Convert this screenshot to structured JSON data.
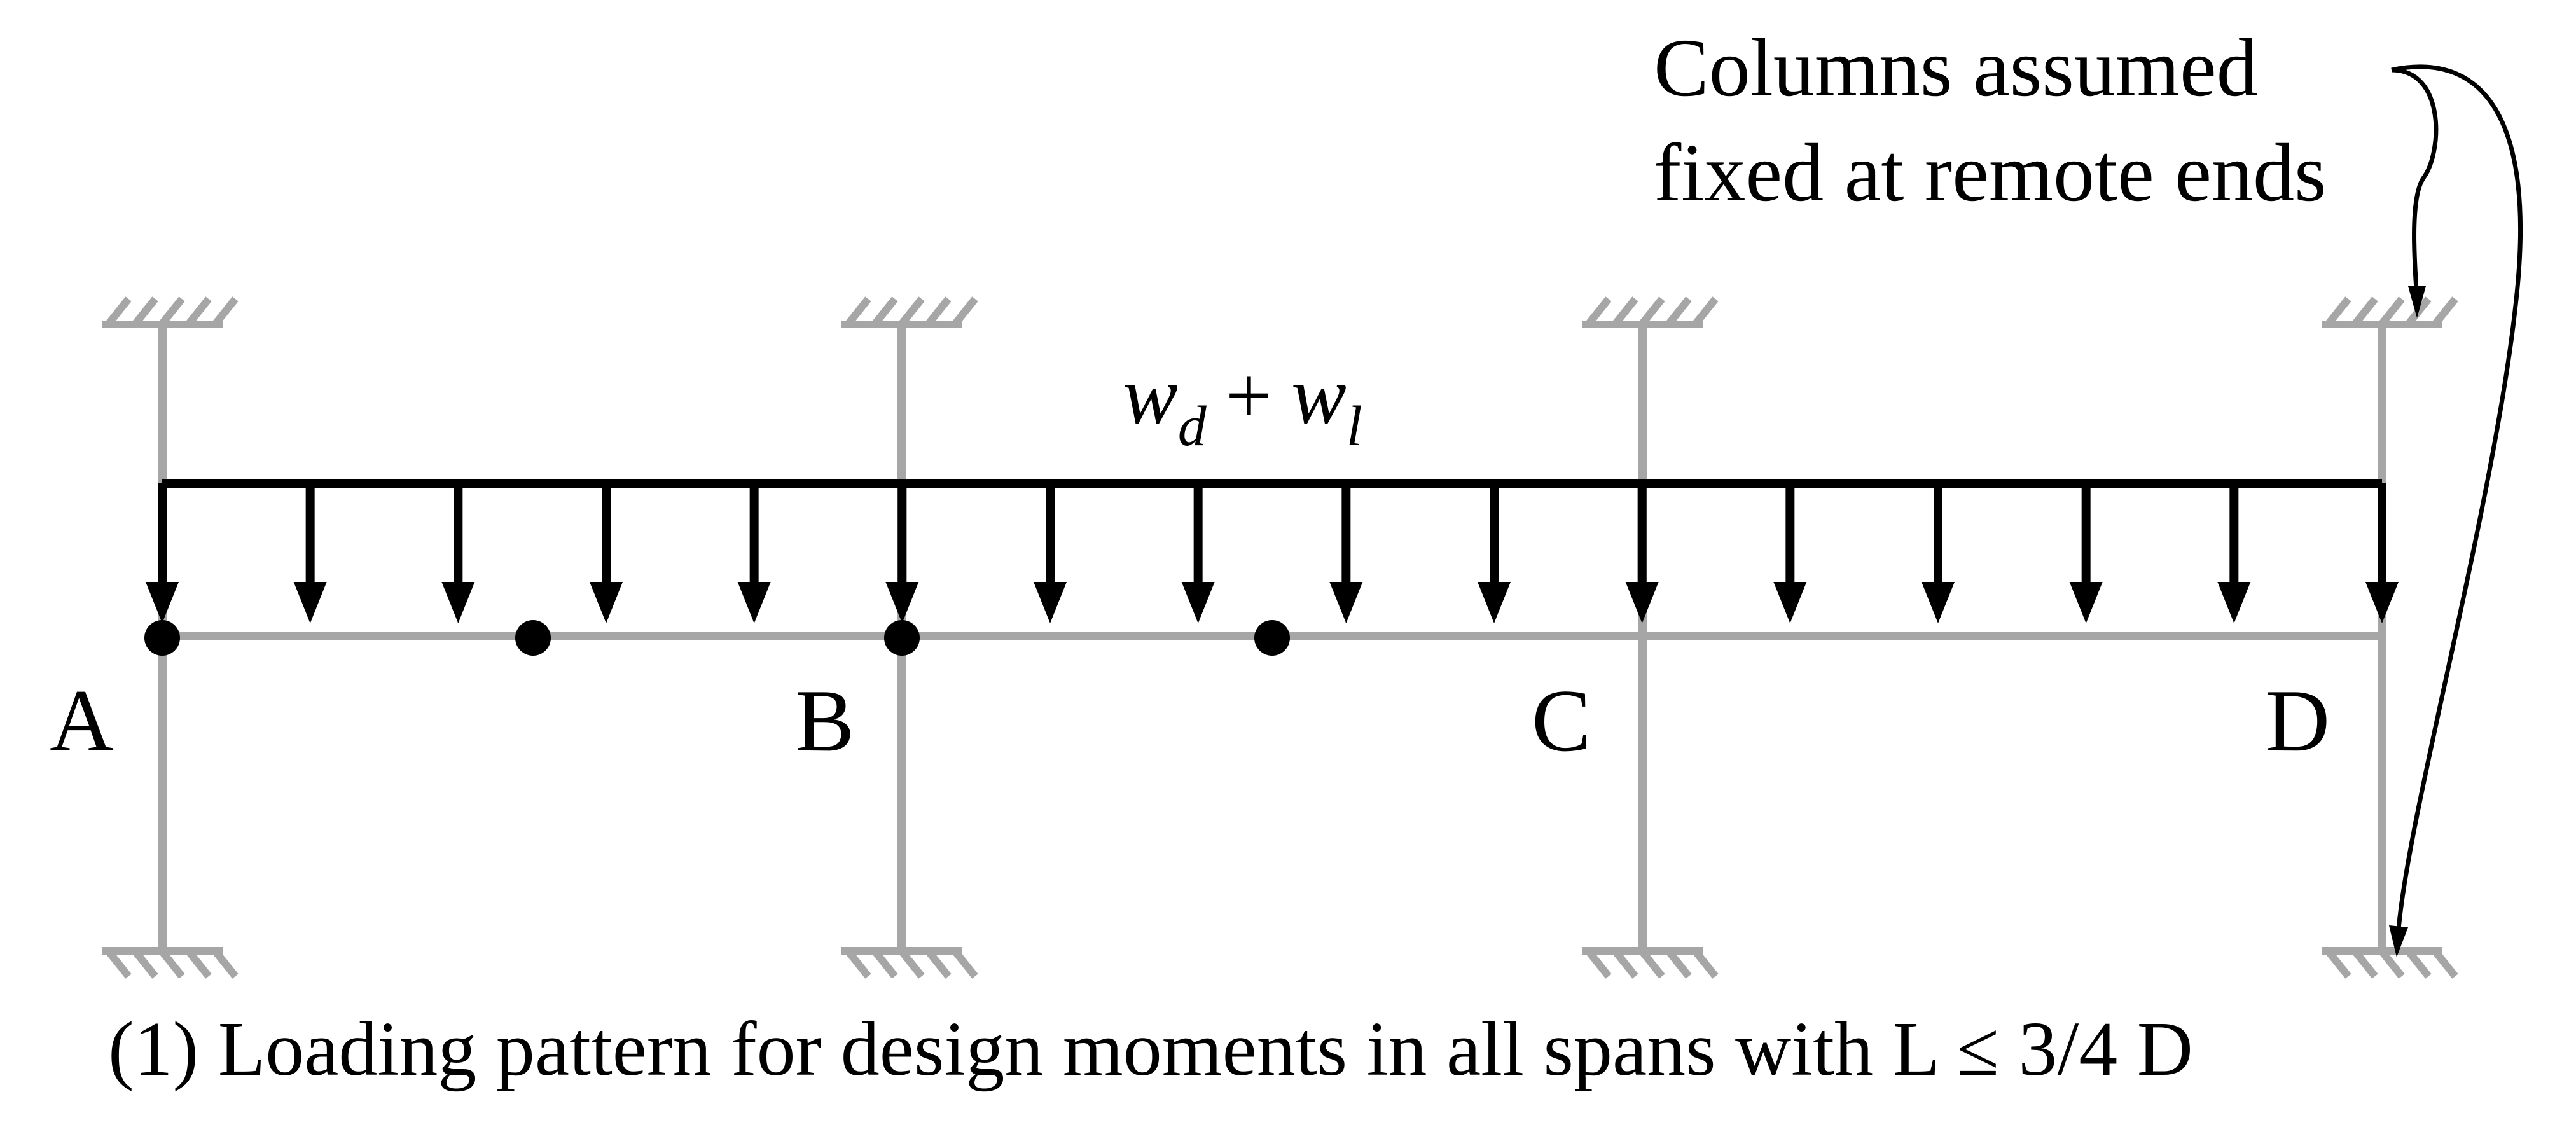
{
  "load": {
    "w": "w",
    "d": "d",
    "plus": "+",
    "l": "l"
  },
  "supports": {
    "a": "A",
    "b": "B",
    "c": "C",
    "d": "D"
  },
  "annotation": {
    "line1": "Columns assumed",
    "line2": "fixed at remote ends"
  },
  "caption": "(1) Loading pattern for design moments in all spans with L ≤ 3/4 D",
  "colors": {
    "frame": "#a6a6a6",
    "load": "#000000",
    "text": "#000000"
  }
}
